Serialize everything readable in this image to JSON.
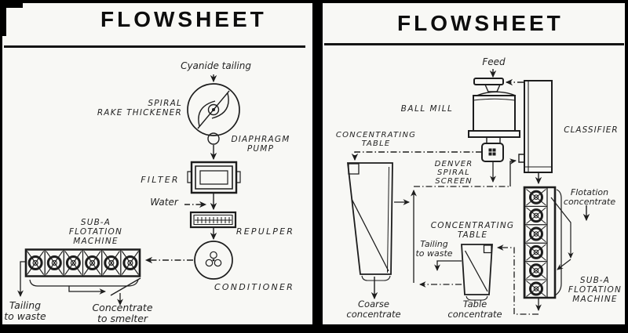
{
  "colors": {
    "paper": "#f8f8f5",
    "ink": "#1d1d1d",
    "frame": "#000000"
  },
  "left_panel": {
    "title": "FLOWSHEET",
    "labels": {
      "cyanide_tailing": "Cyanide tailing",
      "spiral_rake_thickener": "SPIRAL\nRAKE THICKENER",
      "diaphragm_pump": "DIAPHRAGM\nPUMP",
      "filter": "FILTER",
      "water": "Water",
      "repulper": "REPULPER",
      "conditioner": "CONDITIONER",
      "flotation_machine": "SUB-A\nFLOTATION\nMACHINE",
      "tailing_to_waste": "Tailing\nto waste",
      "concentrate_to_smelter": "Concentrate\nto smelter"
    }
  },
  "right_panel": {
    "title": "FLOWSHEET",
    "labels": {
      "feed": "Feed",
      "ball_mill": "BALL MILL",
      "classifier": "CLASSIFIER",
      "concentrating_table_upper": "CONCENTRATING\nTABLE",
      "denver_spiral_screen": "DENVER\nSPIRAL\nSCREEN",
      "concentrating_table_lower": "CONCENTRATING\nTABLE",
      "tailing_to_waste": "Tailing\nto waste",
      "flotation_concentrate": "Flotation\nconcentrate",
      "flotation_machine": "SUB-A\nFLOTATION\nMACHINE",
      "coarse_concentrate": "Coarse\nconcentrate",
      "table_concentrate": "Table\nconcentrate"
    }
  }
}
